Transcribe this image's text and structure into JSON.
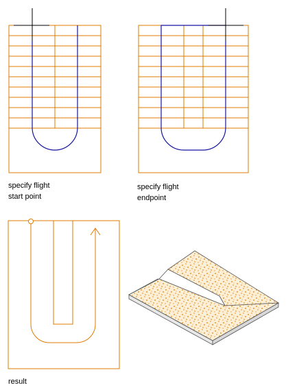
{
  "colors": {
    "stair_outline": "#E07B00",
    "path_line": "#1414A0",
    "crosshair": "#000000",
    "slab_fill": "#FCEFD6",
    "slab_speckle": "#E07B00",
    "slab_edge": "#555555"
  },
  "panels": [
    {
      "caption_line1": "specify flight",
      "caption_line2": "start point"
    },
    {
      "caption_line1": "specify flight",
      "caption_line2": "endpoint"
    },
    {
      "caption_line1": "result",
      "caption_line2": ""
    }
  ],
  "icons": {
    "cursor_start": "crosshair-icon",
    "cursor_end": "crosshair-icon",
    "path_start": "circle-marker-icon",
    "path_direction": "arrowhead-icon"
  }
}
